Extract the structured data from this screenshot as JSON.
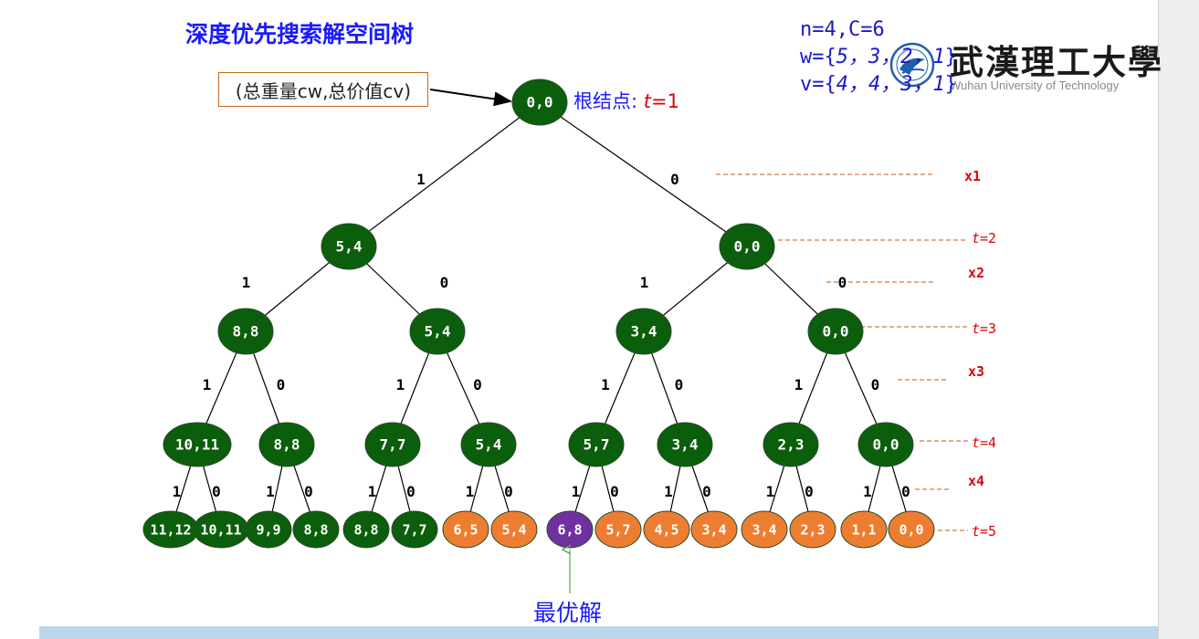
{
  "title": "深度优先搜索解空间树",
  "params": {
    "line1": "n=4,C=6",
    "w_prefix": "w={",
    "w_values": "5，3，2，1",
    "w_suffix": "}",
    "v_prefix": "v={",
    "v_values": "4，4，3，1",
    "v_suffix": "}"
  },
  "logo": {
    "chinese": "武漢理工大學",
    "english": "Wuhan University of Technology",
    "emblem_icon": "university-emblem-icon"
  },
  "node_label_box": "(总重量cw,总价值cv)",
  "root_label": {
    "text": "根结点:",
    "t": "t",
    "eq": "=1"
  },
  "best_label": "最优解",
  "colors": {
    "green_node": "#0b5e0b",
    "orange_node": "#ed7d31",
    "purple_node": "#7030a0",
    "level_line": "#c55a11",
    "level_text": "#e00000"
  },
  "tree": {
    "root": "0,0",
    "level1": [
      "5,4",
      "0,0"
    ],
    "level2": [
      "8,8",
      "5,4",
      "3,4",
      "0,0"
    ],
    "level3": [
      "10,11",
      "8,8",
      "7,7",
      "5,4",
      "5,7",
      "3,4",
      "2,3",
      "0,0"
    ],
    "leaves": [
      "11,12",
      "10,11",
      "9,9",
      "8,8",
      "8,8",
      "7,7",
      "6,5",
      "5,4",
      "6,8",
      "5,7",
      "4,5",
      "3,4",
      "3,4",
      "2,3",
      "1,1",
      "0,0"
    ],
    "leaf_status": [
      "infeasible",
      "infeasible",
      "infeasible",
      "infeasible",
      "infeasible",
      "infeasible",
      "feasible",
      "feasible",
      "best",
      "feasible",
      "feasible",
      "feasible",
      "feasible",
      "feasible",
      "feasible",
      "feasible"
    ],
    "edge_one": "1",
    "edge_zero": "0"
  },
  "levels": {
    "x1": "x1",
    "x2": "x2",
    "x3": "x3",
    "x4": "x4",
    "t2": "t=2",
    "t3": "t=3",
    "t4": "t=4",
    "t5": "t=5"
  }
}
